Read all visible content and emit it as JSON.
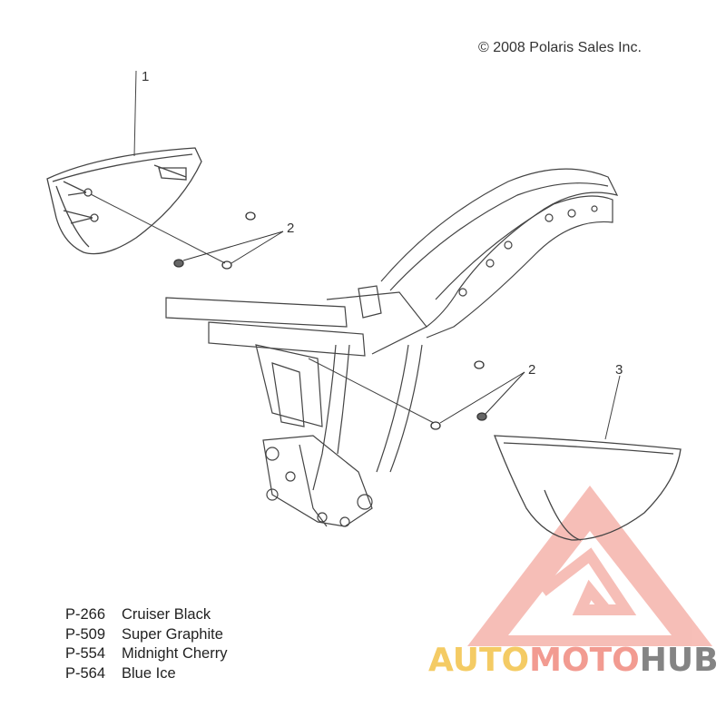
{
  "copyright": "© 2008 Polaris Sales Inc.",
  "callouts": [
    "1",
    "2",
    "2",
    "3"
  ],
  "legend": [
    {
      "code": "P-266",
      "name": "Cruiser Black"
    },
    {
      "code": "P-509",
      "name": "Super Graphite"
    },
    {
      "code": "P-554",
      "name": "Midnight Cherry"
    },
    {
      "code": "P-564",
      "name": "Blue Ice"
    }
  ],
  "watermark": {
    "part1": "AUTO",
    "part2": "MOTO",
    "part3": "HUB"
  },
  "colors": {
    "line": "#444444",
    "watermark_red": "#f08a7e",
    "watermark_yellow": "#f3c34a",
    "watermark_gray": "#6f6f6f"
  }
}
